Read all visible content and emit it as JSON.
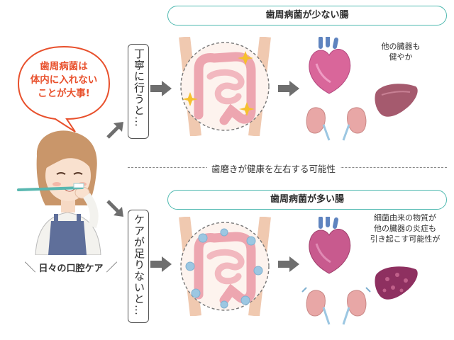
{
  "speech_bubble": {
    "line1": "歯周病菌は",
    "line2": "体内に入れない",
    "line3": "ことが大事!"
  },
  "person_caption": "日々の口腔ケア",
  "top": {
    "header": "歯周病菌が少ない腸",
    "action_label": "丁寧に行うと…",
    "note_line1": "他の臓器も",
    "note_line2": "健やか"
  },
  "divider": "歯磨きが健康を左右する可能性",
  "bottom": {
    "header": "歯周病菌が多い腸",
    "action_label": "ケアが足りないと…",
    "note_line1": "細菌由来の物質が",
    "note_line2": "他の臓器の炎症も",
    "note_line3": "引き起こす可能性が"
  },
  "colors": {
    "accent_teal": "#4fb9b0",
    "speech_red": "#e8502c",
    "organ_pink": "#d9669a",
    "intestine_pink": "#eda6b0",
    "bacteria_blue": "#9cc7e2",
    "arrow_gray": "#6e6e6e"
  },
  "icons": [
    "speech-bubble",
    "toothbrush",
    "intestine",
    "heart",
    "liver",
    "kidney",
    "sparkle",
    "bacteria",
    "arrow-right"
  ]
}
